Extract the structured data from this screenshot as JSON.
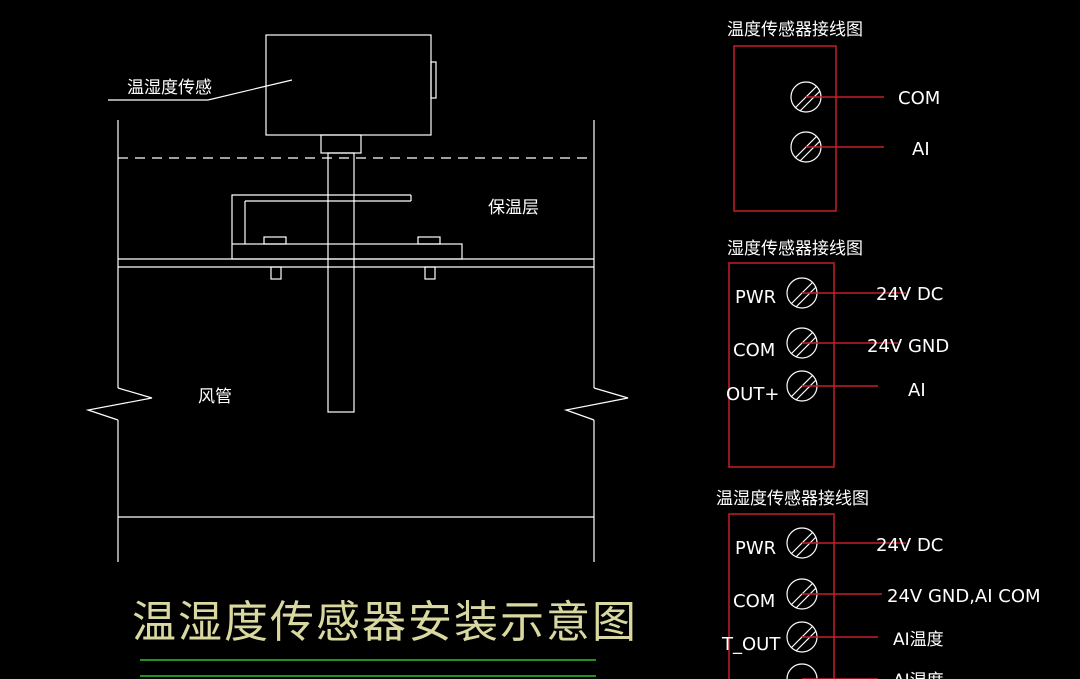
{
  "colors": {
    "background": "#000000",
    "line": "#ffffff",
    "wire": "#c81e2a",
    "title": "#d8d8a0",
    "underline": "#2fbf2f"
  },
  "install_drawing": {
    "sensor_label": "温湿度传感",
    "insulation_label": "保温层",
    "duct_label": "风管",
    "title": "温湿度传感器安装示意图"
  },
  "wiring": {
    "diagram_1": {
      "heading": "温度传感器接线图",
      "terminals": [
        {
          "label": "",
          "wire": "COM"
        },
        {
          "label": "",
          "wire": "AI"
        }
      ]
    },
    "diagram_2": {
      "heading": "湿度传感器接线图",
      "terminals": [
        {
          "label": "PWR",
          "wire": "24V DC"
        },
        {
          "label": "COM",
          "wire": "24V GND"
        },
        {
          "label": "OUT+",
          "wire": "AI"
        }
      ]
    },
    "diagram_3": {
      "heading": "温湿度传感器接线图",
      "terminals": [
        {
          "label": "PWR",
          "wire": "24V DC"
        },
        {
          "label": "COM",
          "wire": "24V GND,AI COM"
        },
        {
          "label": "T_OUT",
          "wire": "AI温度"
        },
        {
          "label": "",
          "wire": "AI湿度"
        }
      ]
    }
  }
}
